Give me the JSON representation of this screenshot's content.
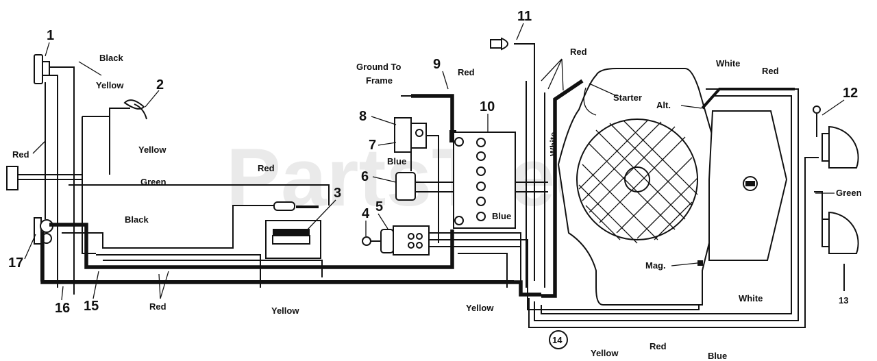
{
  "watermark": "PartsTree",
  "callouts": {
    "c1": "1",
    "c2": "2",
    "c3": "3",
    "c4": "4",
    "c5": "5",
    "c6": "6",
    "c7": "7",
    "c8": "8",
    "c9": "9",
    "c10": "10",
    "c11": "11",
    "c12": "12",
    "c13": "13",
    "c14": "14",
    "c15": "15",
    "c16": "16",
    "c17": "17"
  },
  "labels": {
    "black_top": "Black",
    "yellow_top": "Yellow",
    "yellow_right": "Yellow",
    "red_left": "Red",
    "green_mid": "Green",
    "red_mid": "Red",
    "black_mid": "Black",
    "red_bottom": "Red",
    "yellow_bottom": "Yellow",
    "yellow_bottom_mid": "Yellow",
    "ground_to": "Ground To",
    "frame": "Frame",
    "red_9": "Red",
    "blue_7": "Blue",
    "blue_10": "Blue",
    "red_11": "Red",
    "white_vert": "White",
    "starter": "Starter",
    "alt": "Alt.",
    "mag": "Mag.",
    "white_top_right": "White",
    "red_top_right": "Red",
    "green_right": "Green",
    "white_bottom_right": "White",
    "yellow_bottom_right": "Yellow",
    "red_bottom_right": "Red",
    "blue_bottom_right": "Blue"
  }
}
